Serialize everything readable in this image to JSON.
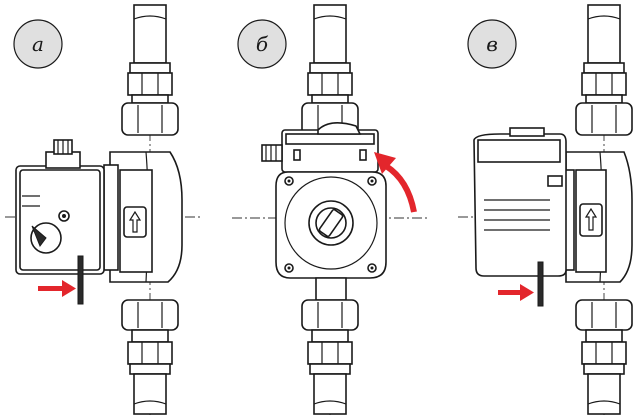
{
  "diagram": {
    "panels": [
      {
        "label": "а"
      },
      {
        "label": "б"
      },
      {
        "label": "в"
      }
    ],
    "colors": {
      "arrow": "#e3262c",
      "line": "#1a1a1a",
      "badge_fill": "#e0e0e0",
      "body_fill": "#ececec"
    },
    "icons": [
      "flow-arrow-icon",
      "rotate-arrow-icon",
      "insert-arrow-icon"
    ]
  }
}
